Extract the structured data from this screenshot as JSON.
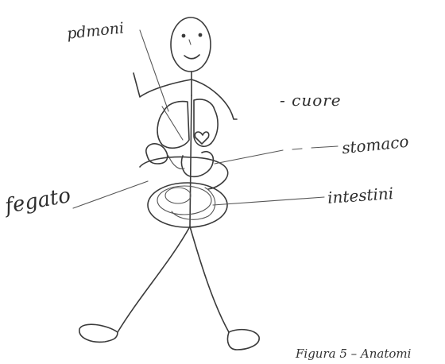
{
  "labels": {
    "polmoni": "pdmoni",
    "cuore": "- cuore",
    "stomaco": "stomaco",
    "intestini": "intestini",
    "fegato": "fegato"
  },
  "caption": "Figura 5 – Anatomi"
}
